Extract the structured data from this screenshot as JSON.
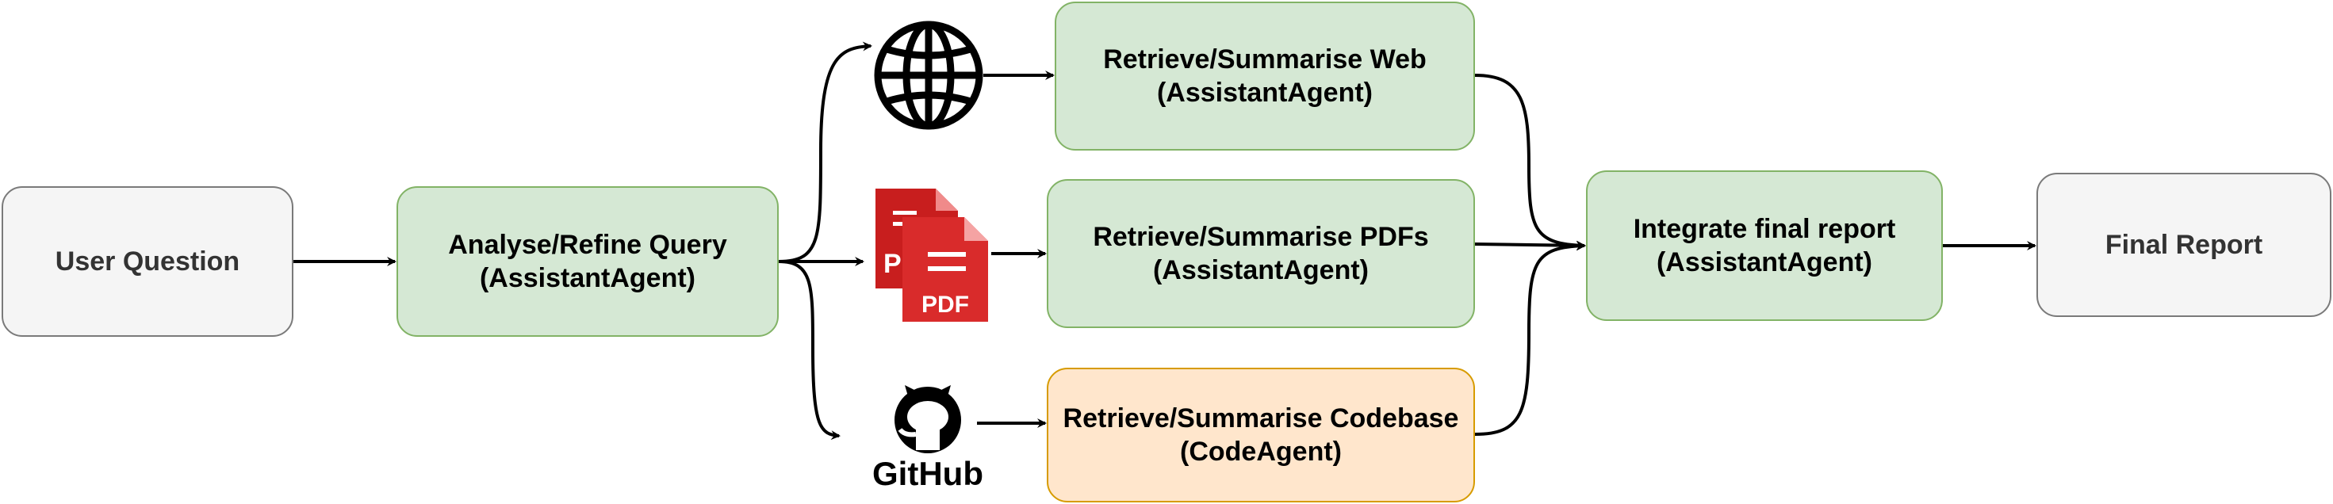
{
  "nodes": {
    "user_question": {
      "label": "User Question"
    },
    "analyse": {
      "line1": "Analyse/Refine Query",
      "line2": "(AssistantAgent)"
    },
    "web": {
      "line1": "Retrieve/Summarise Web",
      "line2": "(AssistantAgent)"
    },
    "pdfs": {
      "line1": "Retrieve/Summarise PDFs",
      "line2": "(AssistantAgent)"
    },
    "codebase": {
      "line1": "Retrieve/Summarise Codebase",
      "line2": "(CodeAgent)"
    },
    "integrate": {
      "line1": "Integrate final report",
      "line2": "(AssistantAgent)"
    },
    "final_report": {
      "label": "Final Report"
    }
  },
  "icons": {
    "web": {
      "name": "globe-icon"
    },
    "pdf": {
      "name": "pdf-document-icon",
      "text": "PDF"
    },
    "github": {
      "name": "github-icon",
      "text": "GitHub"
    }
  },
  "colors": {
    "grey_fill": "#f5f5f5",
    "green_fill": "#d5e8d4",
    "green_border": "#82b366",
    "orange_fill": "#ffe6cc",
    "orange_border": "#d79b00",
    "pdf_red": "#d92b2b"
  }
}
